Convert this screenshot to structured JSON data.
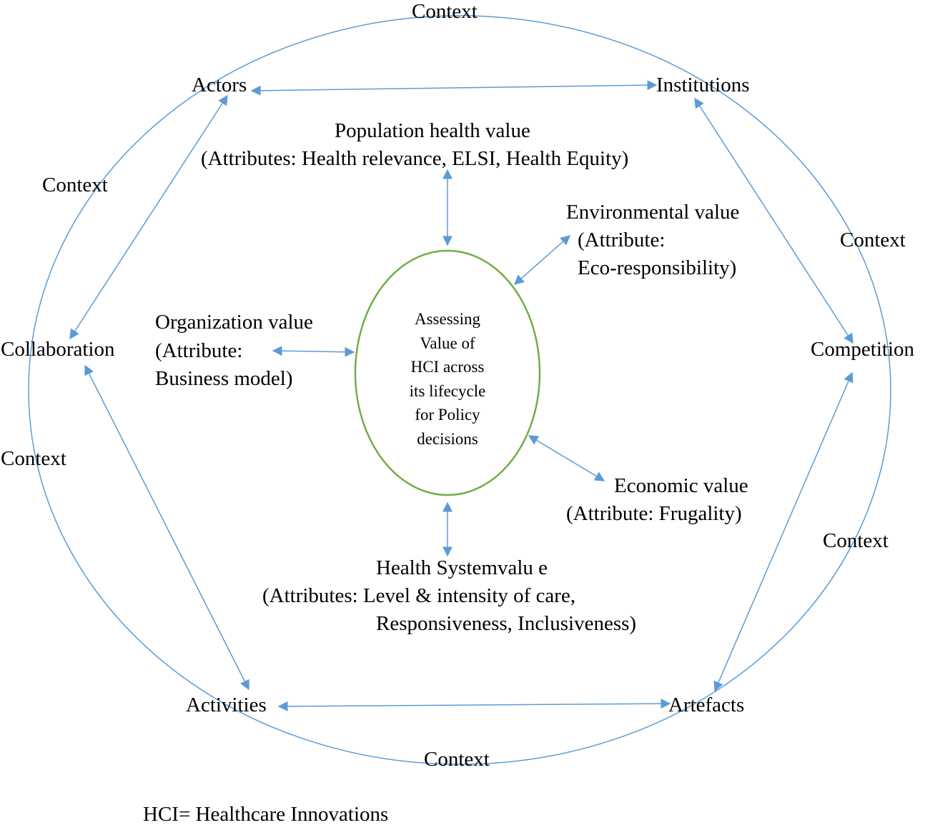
{
  "diagram": {
    "context_label": "Context",
    "nodes": {
      "actors": "Actors",
      "institutions": "Institutions",
      "collaboration": "Collaboration",
      "competition": "Competition",
      "activities": "Activities",
      "artefacts": "Artefacts"
    },
    "center": {
      "lines": [
        "Assessing",
        "Value of",
        "HCI across",
        "its lifecycle",
        "for Policy",
        "decisions"
      ]
    },
    "values": {
      "population": {
        "title": "Population health value",
        "attr": "(Attributes: Health relevance, ELSI, Health Equity)"
      },
      "environmental": {
        "title": "Environmental value",
        "attr1": "(Attribute:",
        "attr2": "Eco-responsibility)"
      },
      "organization": {
        "title": "Organization value",
        "attr1": "(Attribute:",
        "attr2": "Business model)"
      },
      "economic": {
        "title": "Economic value",
        "attr": "(Attribute: Frugality)"
      },
      "health_system": {
        "title": "Health Systemvalu e",
        "attr1": "(Attributes: Level & intensity of care,",
        "attr2": "Responsiveness, Inclusiveness)"
      }
    },
    "footnote": "HCI= Healthcare Innovations",
    "colors": {
      "arrow": "#5b9bd5",
      "ellipse": "#70ad47",
      "text": "#000000"
    }
  }
}
